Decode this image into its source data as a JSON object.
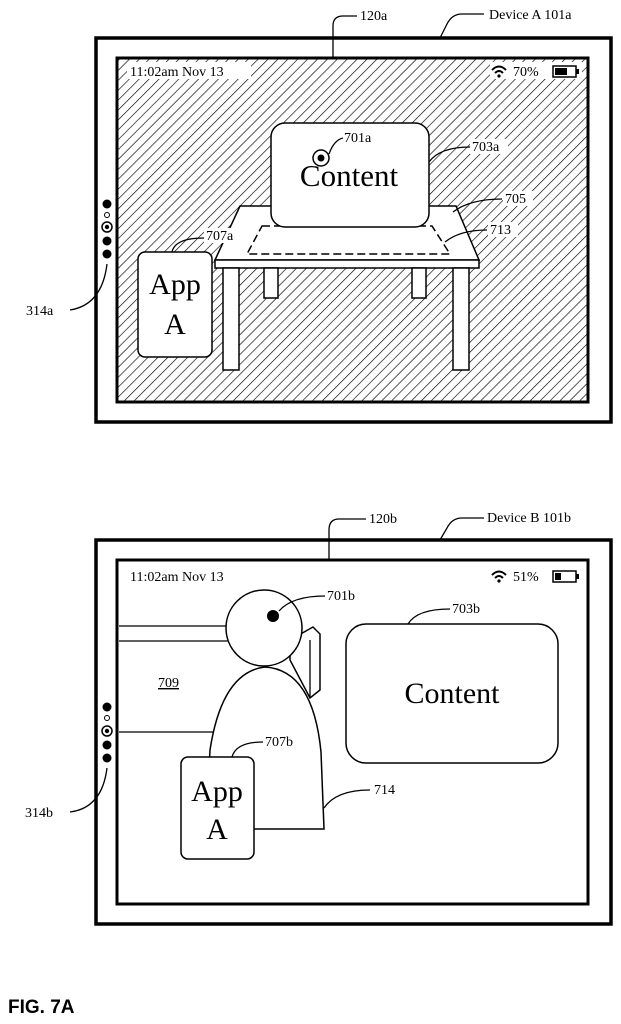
{
  "device_a": {
    "label": "Device A 101a",
    "display_ref": "120a",
    "buttons_ref": "314a",
    "status_time": "11:02am Nov 13",
    "battery": "70%",
    "content_text": "Content",
    "user_ref": "701a",
    "content_ref": "703a",
    "table_ref": "705",
    "app_ref": "707a",
    "region_ref": "713",
    "app_line1": "App",
    "app_line2": "A"
  },
  "device_b": {
    "label": "Device B 101b",
    "display_ref": "120b",
    "buttons_ref": "314b",
    "status_time": "11:02am Nov 13",
    "battery": "51%",
    "content_text": "Content",
    "user_ref": "701b",
    "content_ref": "703b",
    "app_ref": "707b",
    "wall_ref": "709",
    "avatar_ref": "714",
    "app_line1": "App",
    "app_line2": "A"
  },
  "figure_caption": "FIG. 7A"
}
